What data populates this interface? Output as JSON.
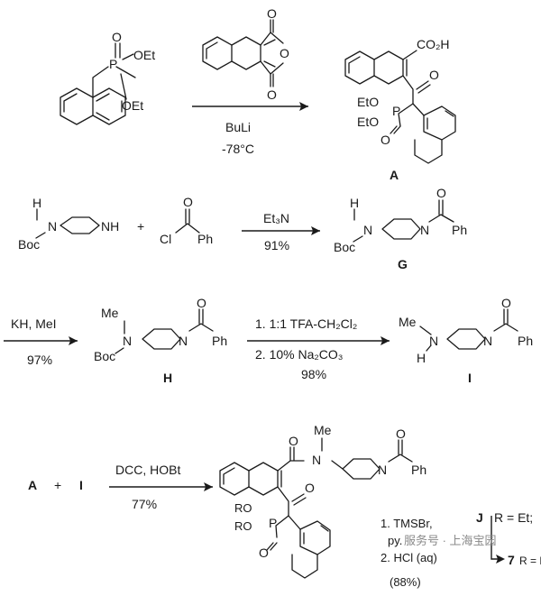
{
  "step1": {
    "reagent1": "BuLi",
    "conditions": "-78°C",
    "product_label": "A",
    "atoms": {
      "p": "P",
      "oet": "OEt",
      "o": "O",
      "co2h": "CO₂H",
      "eto": "EtO"
    }
  },
  "step2": {
    "plus": "+",
    "reagent": "Et₃N",
    "yield": "91%",
    "product_label": "G",
    "atoms": {
      "h": "H",
      "n": "N",
      "nh": "NH",
      "boc": "Boc",
      "cl": "Cl",
      "ph": "Ph",
      "o": "O"
    }
  },
  "step3": {
    "reagent": "KH, MeI",
    "yield": "97%",
    "product_label": "H",
    "atoms": {
      "me": "Me"
    }
  },
  "step4": {
    "reagent1": "1. 1:1 TFA-CH₂Cl₂",
    "reagent2": "2. 10% Na₂CO₃",
    "yield": "98%",
    "product_label": "I"
  },
  "step5": {
    "reactant_a": "A",
    "plus": "+",
    "reactant_i": "I",
    "reagent": "DCC, HOBt",
    "yield": "77%",
    "atoms": {
      "ro": "RO"
    }
  },
  "step6": {
    "reagent1": "1. TMSBr,",
    "reagent2": "py.",
    "reagent3": "2. HCl (aq)",
    "yield": "(88%)",
    "label_j": "J",
    "label_j_r": "R = Et;",
    "label_7": "7",
    "label_7_r": "R = H"
  },
  "watermark": "服务号 · 上海宝园"
}
